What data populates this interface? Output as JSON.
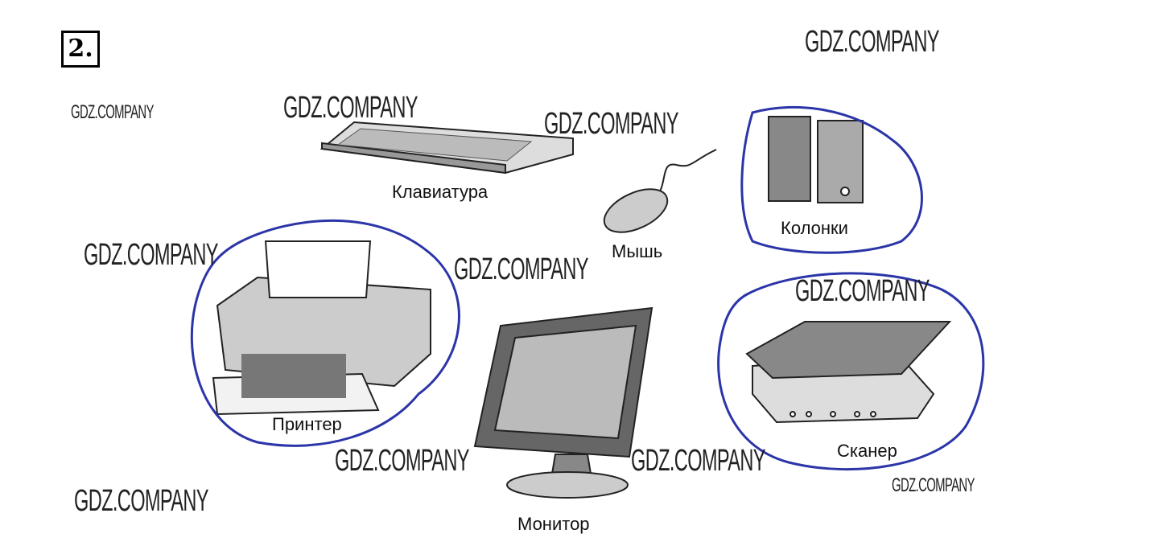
{
  "task_number": "2.",
  "watermark": "GDZ.COMPANY",
  "devices": {
    "keyboard": "Клавиатура",
    "mouse": "Мышь",
    "speakers": "Колонки",
    "printer": "Принтер",
    "monitor": "Монитор",
    "scanner": "Сканер"
  },
  "circle_color": "#2b35a8"
}
